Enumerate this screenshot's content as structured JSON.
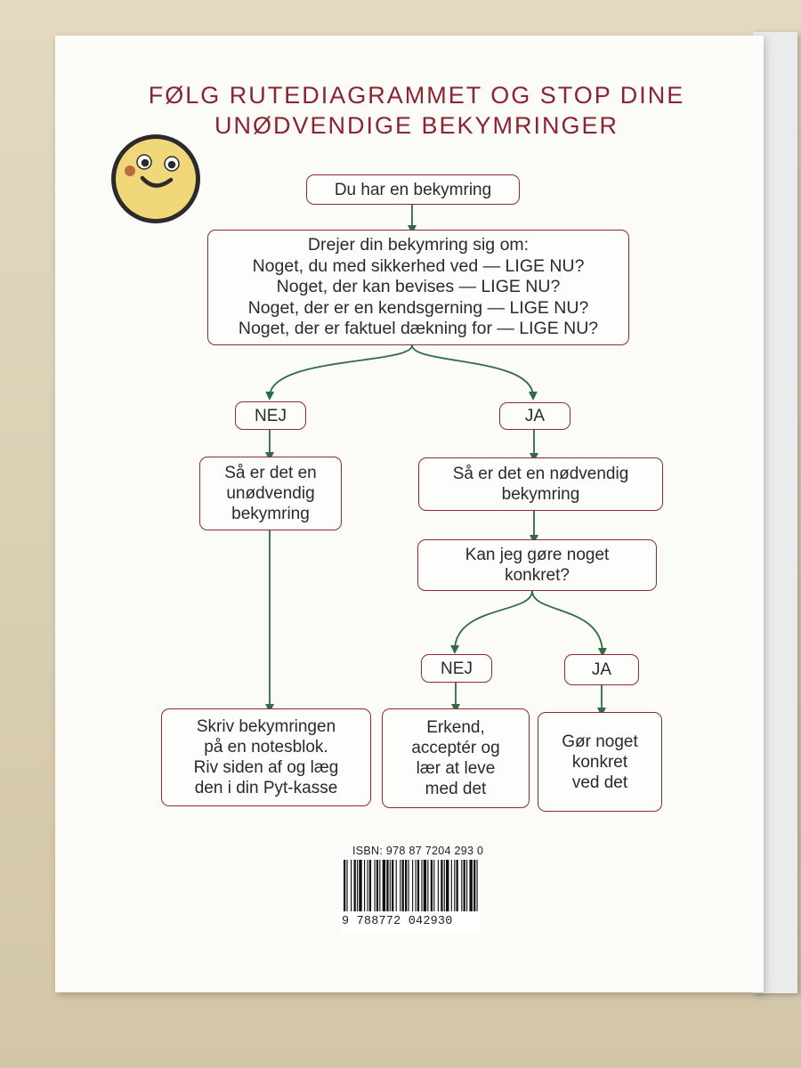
{
  "title": {
    "line1": "FØLG RUTEDIAGRAMMET OG STOP DINE",
    "line2": "UNØDVENDIGE BEKYMRINGER"
  },
  "colors": {
    "title": "#8a2430",
    "box_border": "#8d2a33",
    "arrow": "#2f6b45",
    "smiley_face": "#f0d77a",
    "smiley_outline": "#2b2b2b"
  },
  "icons": {
    "smiley": "smiley-face-icon",
    "barcode": "barcode-icon"
  },
  "flowchart": {
    "start": "Du har en bekymring",
    "question": {
      "lines": [
        "Drejer din bekymring sig om:",
        "Noget, du med sikkerhed ved — LIGE NU?",
        "Noget, der kan bevises — LIGE NU?",
        "Noget, der er en kendsgerning — LIGE NU?",
        "Noget, der er faktuel dækning for — LIGE NU?"
      ]
    },
    "branch_no": {
      "label": "NEJ",
      "result_lines": [
        "Så er det en",
        "unødvendig",
        "bekymring"
      ],
      "action_lines": [
        "Skriv bekymringen",
        "på en notesblok.",
        "Riv siden af og læg",
        "den i din Pyt-kasse"
      ]
    },
    "branch_yes": {
      "label": "JA",
      "result_lines": [
        "Så er det en nødvendig",
        "bekymring"
      ],
      "question_lines": [
        "Kan jeg gøre noget",
        "konkret?"
      ],
      "sub_no": {
        "label": "NEJ",
        "action_lines": [
          "Erkend,",
          "acceptér og",
          "lær at leve",
          "med det"
        ]
      },
      "sub_yes": {
        "label": "JA",
        "action_lines": [
          "Gør noget",
          "konkret",
          "ved det"
        ]
      }
    }
  },
  "isbn": {
    "label": "ISBN: 978 87 7204 293 0",
    "barcode_digits": "9 788772 042930"
  }
}
